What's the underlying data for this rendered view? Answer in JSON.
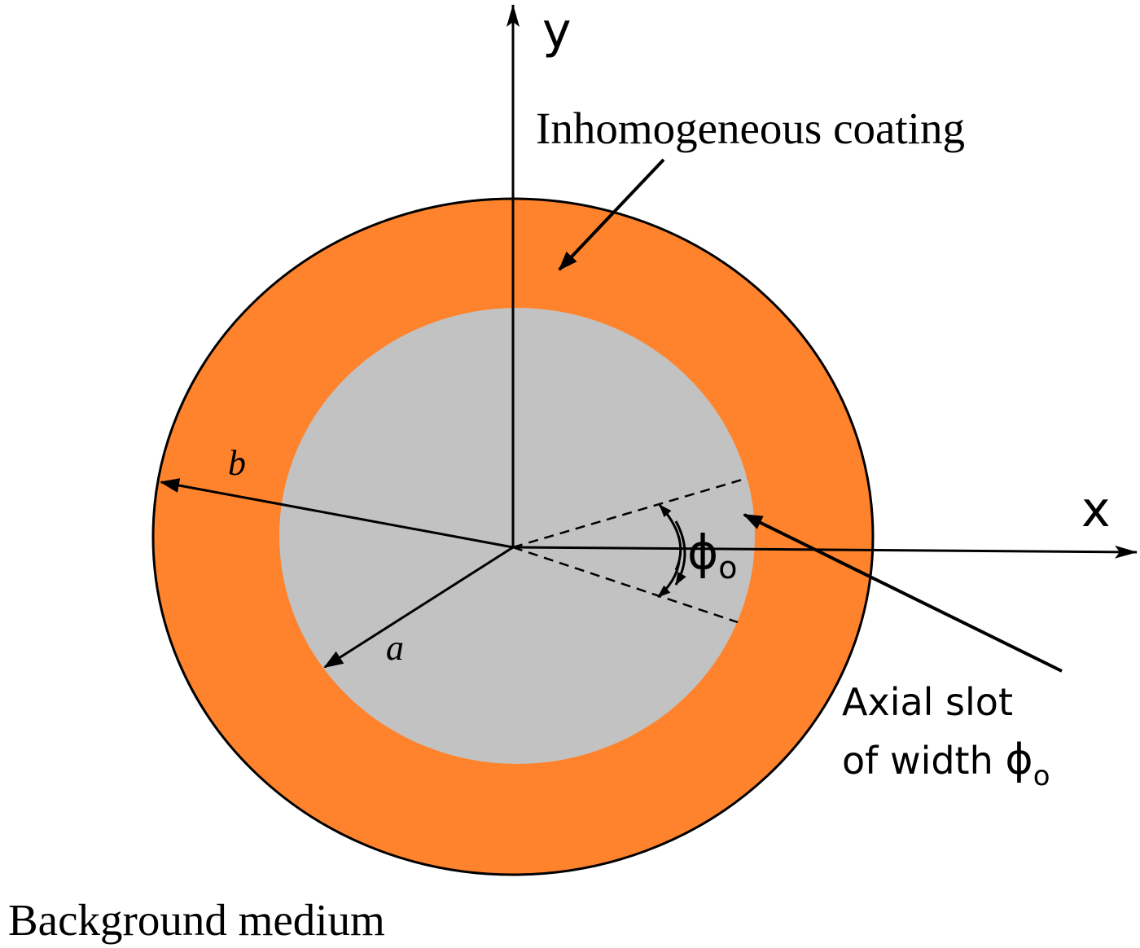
{
  "labels": {
    "y_axis": "y",
    "x_axis": "x",
    "coating": "Inhomogeneous coating",
    "outer_radius": "b",
    "inner_radius": "a",
    "phi_symbol": "ϕ",
    "phi_subscript": "o",
    "slot_line1": "Axial slot",
    "slot_line2_text": "of width ",
    "slot_phi_symbol": "ϕ",
    "slot_phi_subscript": "o",
    "background": "Background medium"
  },
  "colors": {
    "coating": "#FF832C",
    "core": "#C2C2C2",
    "stroke": "#000000",
    "background": "#FFFFFF"
  }
}
